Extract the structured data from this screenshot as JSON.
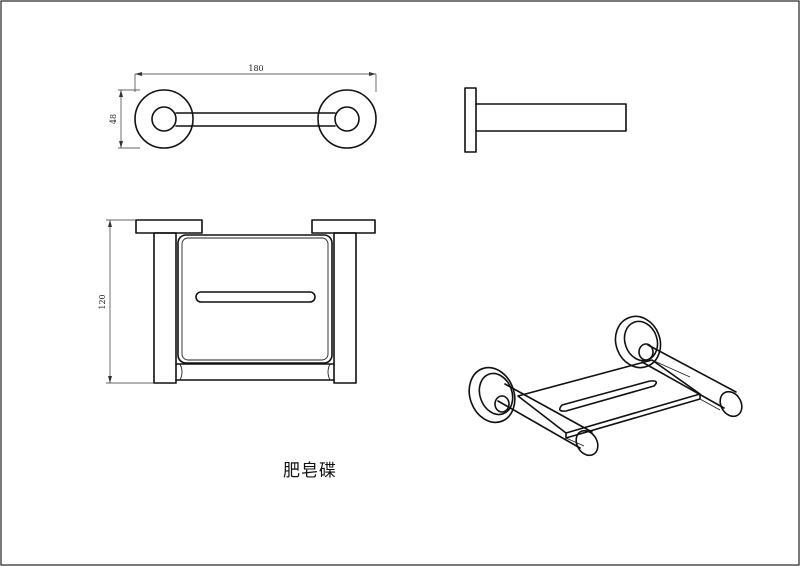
{
  "drawing": {
    "caption": "肥皂碟",
    "dimensions": {
      "width": "180",
      "depth": "48",
      "height": "120"
    }
  }
}
